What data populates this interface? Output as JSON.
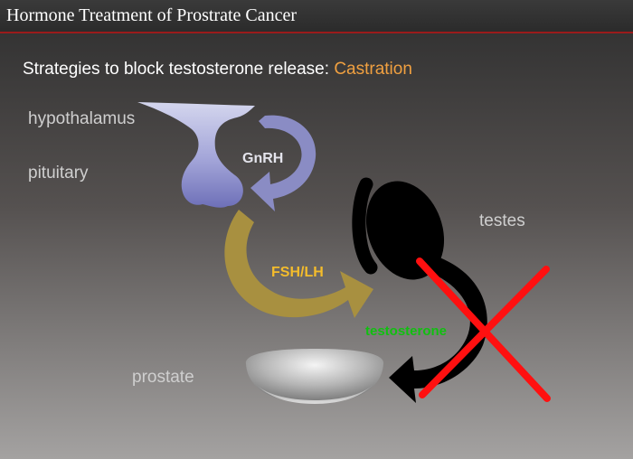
{
  "slide": {
    "title": "Hormone Treatment of Prostrate Cancer",
    "heading": {
      "text": "Strategies to block testosterone release: ",
      "accent": "Castration",
      "accent_color": "#f0a040"
    }
  },
  "diagram": {
    "labels": {
      "hypothalamus": "hypothalamus",
      "pituitary": "pituitary",
      "testes": "testes",
      "prostate": "prostate"
    },
    "arrows": {
      "gnrh": {
        "label": "GnRH",
        "color": "#8a8cc4"
      },
      "fsh_lh": {
        "label": "FSH/LH",
        "color": "#a89040"
      },
      "testosterone": {
        "label": "testosterone",
        "color": "#10c010"
      }
    },
    "blocked_marker": {
      "symbol": "X",
      "color": "#ff1010"
    }
  }
}
